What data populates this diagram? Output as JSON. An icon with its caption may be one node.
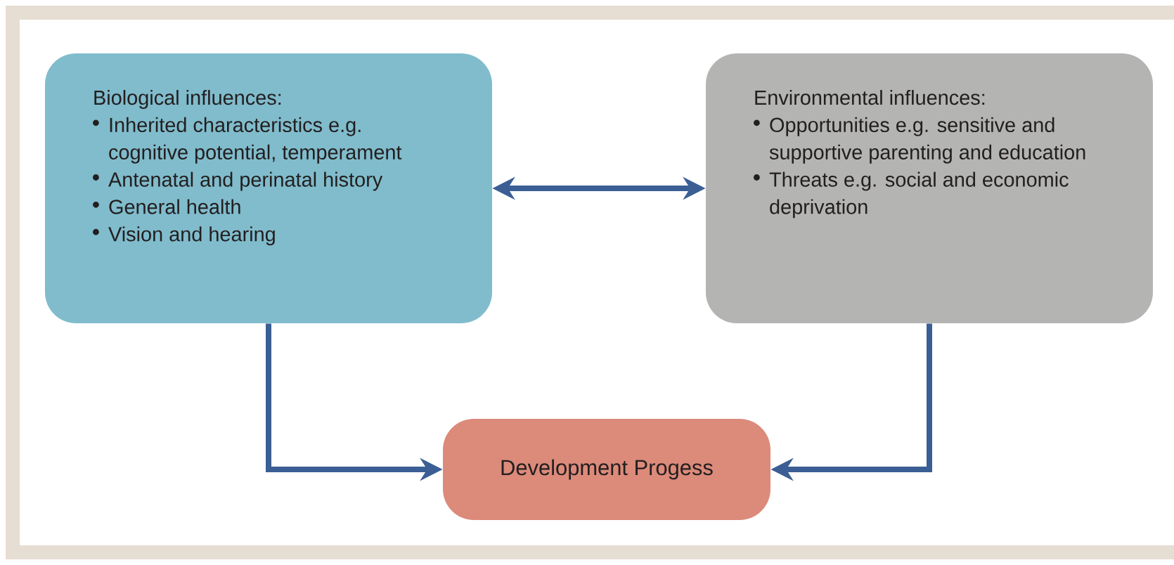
{
  "diagram": {
    "nodes": [
      {
        "text": [
          "Biological influences:",
          "Inherited characteristics e.g. cognitive potential, temperament",
          "Antenatal and perinatal history",
          "General health",
          "Vision and hearing"
        ]
      },
      {
        "text": [
          "Environmental influences:",
          "Opportunities e.g. sensitive and supportive parenting and education",
          "Threats e.g. social and economic deprivation"
        ]
      },
      {
        "text": [
          "Development Progess"
        ]
      }
    ],
    "edges": [
      {
        "from": 0,
        "to": 1,
        "arrow": "both"
      },
      {
        "from": 0,
        "to": 2,
        "arrow": "to"
      },
      {
        "from": 1,
        "to": 2,
        "arrow": "to"
      }
    ]
  }
}
